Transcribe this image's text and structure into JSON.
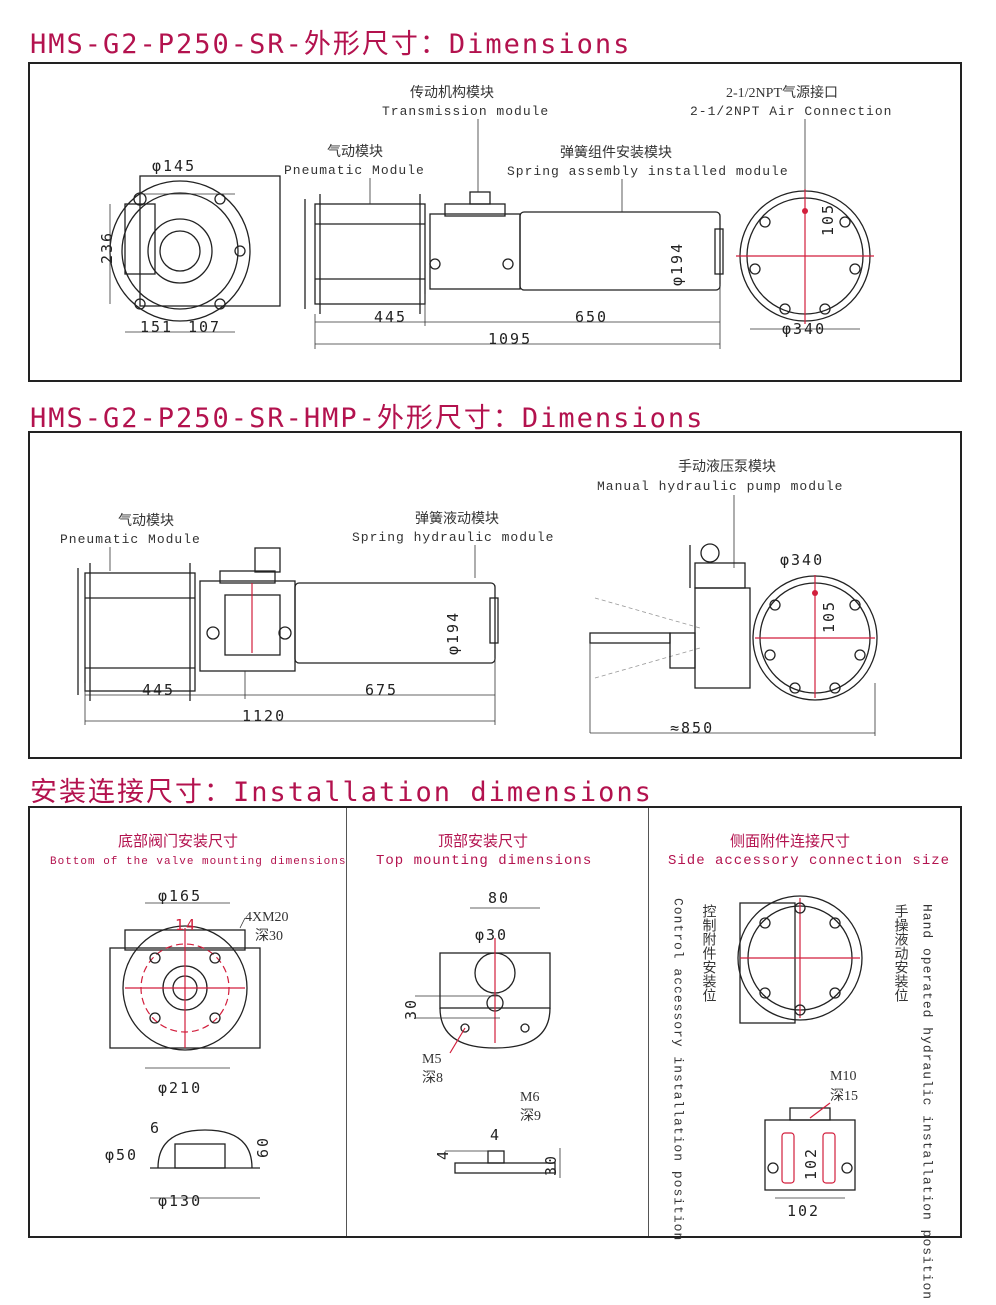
{
  "titles": {
    "sec1": "HMS-G2-P250-SR-外形尺寸：Dimensions",
    "sec2": "HMS-G2-P250-SR-HMP-外形尺寸：Dimensions",
    "sec3": "安装连接尺寸：Installation dimensions"
  },
  "diagram1": {
    "transmission_cn": "传动机构模块",
    "transmission_en": "Transmission module",
    "air_cn": "2-1/2NPT气源接口",
    "air_en": "2-1/2NPT Air Connection",
    "pneumatic_cn": "气动模块",
    "pneumatic_en": "Pneumatic Module",
    "spring_cn": "弹簧组件安装模块",
    "spring_en": "Spring assembly installed module",
    "d145": "φ145",
    "d236": "236",
    "d151": "151",
    "d107": "107",
    "d445": "445",
    "d650": "650",
    "d1095": "1095",
    "d194": "φ194",
    "d105": "105",
    "d340": "φ340"
  },
  "diagram2": {
    "pneumatic_cn": "气动模块",
    "pneumatic_en": "Pneumatic Module",
    "spring_cn": "弹簧液动模块",
    "spring_en": "Spring hydraulic module",
    "pump_cn": "手动液压泵模块",
    "pump_en": "Manual hydraulic pump module",
    "d194": "φ194",
    "d445": "445",
    "d675": "675",
    "d1120": "1120",
    "d340": "φ340",
    "d105": "105",
    "d850": "≈850"
  },
  "install": {
    "bottom_cn": "底部阀门安装尺寸",
    "bottom_en": "Bottom of the valve mounting dimensions",
    "d165": "φ165",
    "d14": "14",
    "m20": "4XM20",
    "deep30": "深30",
    "d210": "φ210",
    "d6": "6",
    "d50": "φ50",
    "d60": "60",
    "d130": "φ130",
    "top_cn": "顶部安装尺寸",
    "top_en": "Top mounting dimensions",
    "d80": "80",
    "d30": "φ30",
    "d30b": "30",
    "m5": "M5",
    "deep8": "深8",
    "m6": "M6",
    "deep9": "深9",
    "d4": "4",
    "d4b": "4",
    "d30c": "30",
    "side_cn": "侧面附件连接尺寸",
    "side_en": "Side accessory connection size",
    "control_cn": "控制附件安装位",
    "control_en": "Control accessory installation position",
    "hand_cn": "手操液动安装位",
    "hand_en": "Hand operated hydraulic installation position",
    "m10": "M10",
    "deep15": "深15",
    "d102a": "102",
    "d102b": "102"
  }
}
